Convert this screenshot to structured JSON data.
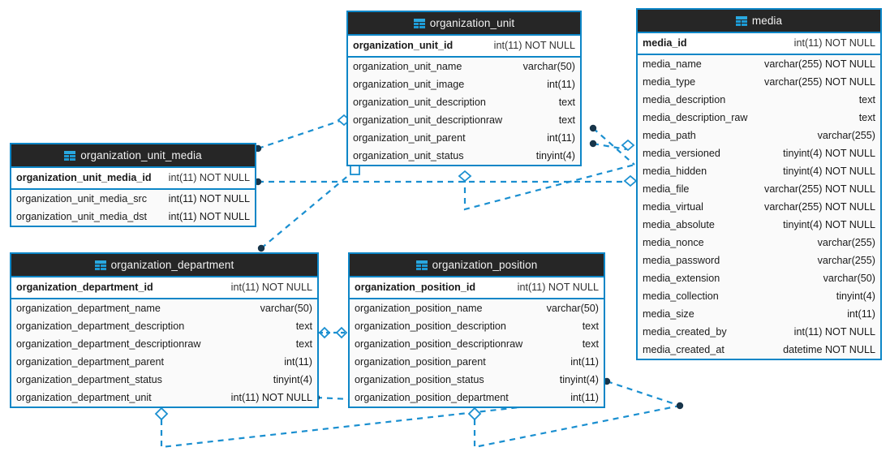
{
  "diagram": {
    "title": "Organization database ER diagram",
    "accent_color": "#0d86c7",
    "header_color": "#262626",
    "edge_color": "#1a8fd0",
    "icon_name": "table-icon"
  },
  "tables": {
    "organization_unit": {
      "name": "organization_unit",
      "pk": {
        "name": "organization_unit_id",
        "type": "int(11) NOT NULL"
      },
      "columns": [
        {
          "name": "organization_unit_name",
          "type": "varchar(50)"
        },
        {
          "name": "organization_unit_image",
          "type": "int(11)"
        },
        {
          "name": "organization_unit_description",
          "type": "text"
        },
        {
          "name": "organization_unit_descriptionraw",
          "type": "text"
        },
        {
          "name": "organization_unit_parent",
          "type": "int(11)"
        },
        {
          "name": "organization_unit_status",
          "type": "tinyint(4)"
        }
      ]
    },
    "media": {
      "name": "media",
      "pk": {
        "name": "media_id",
        "type": "int(11) NOT NULL"
      },
      "columns": [
        {
          "name": "media_name",
          "type": "varchar(255) NOT NULL"
        },
        {
          "name": "media_type",
          "type": "varchar(255) NOT NULL"
        },
        {
          "name": "media_description",
          "type": "text"
        },
        {
          "name": "media_description_raw",
          "type": "text"
        },
        {
          "name": "media_path",
          "type": "varchar(255)"
        },
        {
          "name": "media_versioned",
          "type": "tinyint(4) NOT NULL"
        },
        {
          "name": "media_hidden",
          "type": "tinyint(4) NOT NULL"
        },
        {
          "name": "media_file",
          "type": "varchar(255) NOT NULL"
        },
        {
          "name": "media_virtual",
          "type": "varchar(255) NOT NULL"
        },
        {
          "name": "media_absolute",
          "type": "tinyint(4) NOT NULL"
        },
        {
          "name": "media_nonce",
          "type": "varchar(255)"
        },
        {
          "name": "media_password",
          "type": "varchar(255)"
        },
        {
          "name": "media_extension",
          "type": "varchar(50)"
        },
        {
          "name": "media_collection",
          "type": "tinyint(4)"
        },
        {
          "name": "media_size",
          "type": "int(11)"
        },
        {
          "name": "media_created_by",
          "type": "int(11) NOT NULL"
        },
        {
          "name": "media_created_at",
          "type": "datetime NOT NULL"
        }
      ]
    },
    "organization_unit_media": {
      "name": "organization_unit_media",
      "pk": {
        "name": "organization_unit_media_id",
        "type": "int(11) NOT NULL"
      },
      "columns": [
        {
          "name": "organization_unit_media_src",
          "type": "int(11) NOT NULL"
        },
        {
          "name": "organization_unit_media_dst",
          "type": "int(11) NOT NULL"
        }
      ]
    },
    "organization_department": {
      "name": "organization_department",
      "pk": {
        "name": "organization_department_id",
        "type": "int(11) NOT NULL"
      },
      "columns": [
        {
          "name": "organization_department_name",
          "type": "varchar(50)"
        },
        {
          "name": "organization_department_description",
          "type": "text"
        },
        {
          "name": "organization_department_descriptionraw",
          "type": "text"
        },
        {
          "name": "organization_department_parent",
          "type": "int(11)"
        },
        {
          "name": "organization_department_status",
          "type": "tinyint(4)"
        },
        {
          "name": "organization_department_unit",
          "type": "int(11) NOT NULL"
        }
      ]
    },
    "organization_position": {
      "name": "organization_position",
      "pk": {
        "name": "organization_position_id",
        "type": "int(11) NOT NULL"
      },
      "columns": [
        {
          "name": "organization_position_name",
          "type": "varchar(50)"
        },
        {
          "name": "organization_position_description",
          "type": "text"
        },
        {
          "name": "organization_position_descriptionraw",
          "type": "text"
        },
        {
          "name": "organization_position_parent",
          "type": "int(11)"
        },
        {
          "name": "organization_position_status",
          "type": "tinyint(4)"
        },
        {
          "name": "organization_position_department",
          "type": "int(11)"
        }
      ]
    }
  },
  "relationships": [
    {
      "from": "organization_unit_media",
      "to": "organization_unit",
      "from_col": "organization_unit_media_id",
      "to_col": "organization_unit_id"
    },
    {
      "from": "organization_unit_media",
      "to": "media",
      "from_col": "organization_unit_media_id",
      "to_col": "media_id"
    },
    {
      "from": "organization_department",
      "to": "organization_unit",
      "from_col": "organization_department_id",
      "to_col": "organization_unit_id"
    },
    {
      "from": "organization_unit",
      "to": "media",
      "from_col": "organization_unit_image",
      "to_col": "media_id"
    },
    {
      "from": "organization_unit",
      "to": "media",
      "from_col": "organization_unit_parent",
      "to_col": "media_id"
    },
    {
      "from": "organization_department",
      "to": "organization_department",
      "from_col": "organization_department_unit",
      "to_col": "organization_department_id"
    },
    {
      "from": "organization_position",
      "to": "organization_position",
      "from_col": "organization_position_status",
      "to_col": "organization_position_id"
    }
  ]
}
